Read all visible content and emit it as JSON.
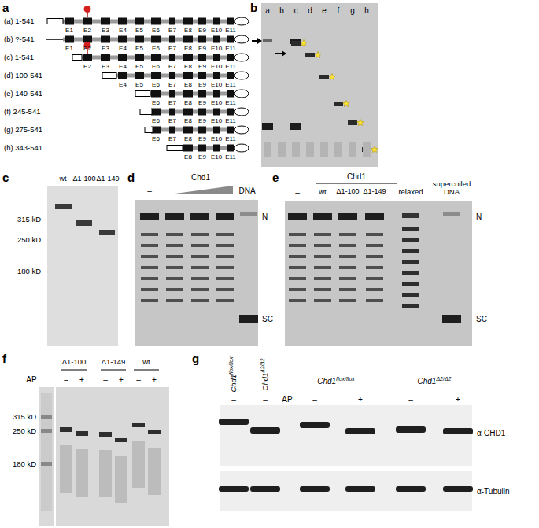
{
  "diagram": {
    "labels": [
      "a",
      "(a) 1-541",
      "E1",
      "E2",
      "E3",
      "E4",
      "E5",
      "E6",
      "E7",
      "E8",
      "E9",
      "E10",
      "E11",
      "(b) ?-541",
      "E1",
      "E2",
      "E3",
      "E4",
      "E5",
      "E6",
      "E7",
      "E8",
      "E9",
      "E10",
      "E11",
      "(c) 1-541",
      "E2",
      "E3",
      "E4",
      "E5",
      "E6",
      "E7",
      "E8",
      "E9",
      "E10",
      "E11",
      "(d) 100-541",
      "E4",
      "E5",
      "E6",
      "E7",
      "E8",
      "E9",
      "E10",
      "E11",
      "(e) 149-541",
      "E6",
      "E7",
      "E8",
      "E9",
      "E10",
      "E11",
      "(f) 245-541",
      "E6",
      "E7",
      "E8",
      "E9",
      "E10",
      "E11",
      "(g) 275-541",
      "E6",
      "E7",
      "E8",
      "E9",
      "E10",
      "E11",
      "(h) 343-541",
      "E8",
      "E9",
      "E10",
      "E11",
      "b",
      "a",
      "b",
      "c",
      "d",
      "e",
      "f",
      "g",
      "h",
      "c",
      "wt",
      "Δ1-100",
      "Δ1-149",
      "315 kD",
      "250 kD",
      "180 kD",
      "d",
      "Chd1",
      "–",
      "DNA",
      "N",
      "SC",
      "e",
      "Chd1",
      "–",
      "wt",
      "Δ1-100",
      "Δ1-149",
      "relaxed",
      "supercoiled DNA",
      "N",
      "SC",
      "f",
      "Δ1-100",
      "Δ1-149",
      "wt",
      "AP",
      "–",
      "+",
      "–",
      "+",
      "–",
      "+",
      "315 kD",
      "250 kD",
      "180 kD",
      "g",
      "Chd1",
      "flox/flox",
      "Chd1",
      "Δ2/Δ2",
      "Chd1",
      "flox/flox",
      "Chd1",
      "Δ2/Δ2",
      "AP",
      "–",
      "–",
      "–",
      "+",
      "–",
      "+",
      "α-CHD1",
      "α-Tubulin"
    ]
  }
}
